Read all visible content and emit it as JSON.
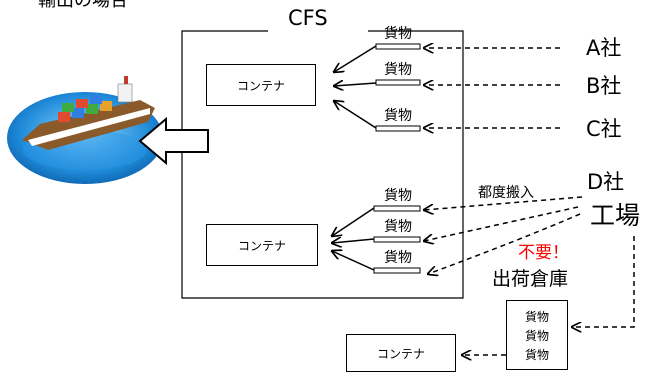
{
  "heading_partial": "輸出の場合",
  "cfs_label": "CFS",
  "container_label": "コンテナ",
  "cargo_label": "貨物",
  "companies": [
    "A社",
    "B社",
    "C社"
  ],
  "company_d": "D社",
  "factory": "工場",
  "carry_in_each_time": "都度搬入",
  "unnecessary": "不要！",
  "shipping_warehouse": "出荷倉庫",
  "colors": {
    "unnecessary": "#ff0000",
    "stroke": "#000000"
  },
  "icons": [
    "container-ship-icon",
    "export-arrow-icon"
  ]
}
